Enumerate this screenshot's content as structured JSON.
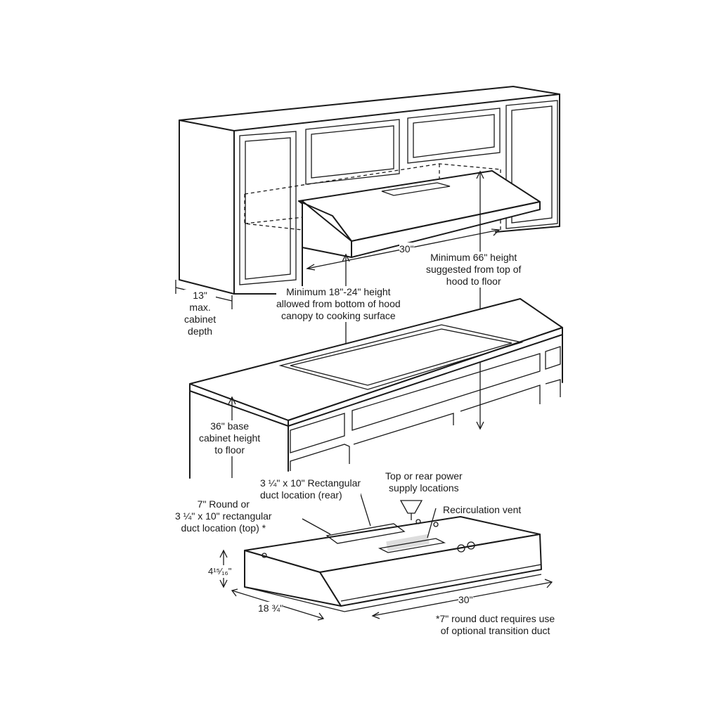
{
  "labels": {
    "hood_width_top": "30\"",
    "max_cabinet_depth": "13\"\nmax.\ncabinet\ndepth",
    "min_66_height": "Minimum 66\" height\nsuggested from top of\nhood to floor",
    "min_18_24_height": "Minimum 18\"-24\" height\nallowed from bottom of hood\ncanopy to cooking surface",
    "base_cabinet_height": "36\" base\ncabinet height\nto floor",
    "rect_duct_rear": "3 ¼\" x 10\" Rectangular\nduct location (rear)",
    "power_supply": "Top or rear power\nsupply locations",
    "round_duct_top": "7\" Round or\n3 ¼\" x 10\" rectangular\nduct location (top) *",
    "recirculation_vent": "Recirculation vent",
    "hood_height": "4¹⁵⁄₁₆\"",
    "hood_depth": "18 ¾\"",
    "hood_width_bottom": "30\"",
    "footnote": "*7\" round duct requires use\nof optional transition duct"
  }
}
